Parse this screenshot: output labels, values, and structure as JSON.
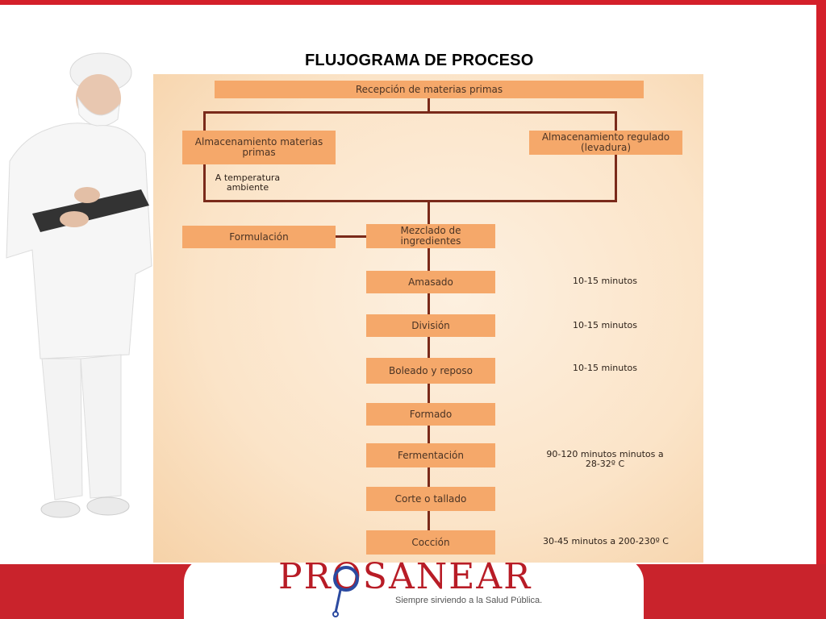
{
  "title": "FLUJOGRAMA DE PROCESO",
  "diagram": {
    "recepcion": "Recepción de materias primas",
    "almacenamiento_mp": "Almacenamiento materias primas",
    "temp_ambiente": "A temperatura ambiente",
    "almacenamiento_reg": "Almacenamiento regulado (levadura)",
    "formulacion": "Formulación",
    "mezclado": "Mezclado de ingredientes",
    "amasado": "Amasado",
    "amasado_time": "10-15 minutos",
    "division": "División",
    "division_time": "10-15 minutos",
    "boleado": "Boleado y reposo",
    "boleado_time": "10-15 minutos",
    "formado": "Formado",
    "fermentacion": "Fermentación",
    "fermentacion_time": "90-120 minutos minutos a 28-32º C",
    "corte": "Corte o tallado",
    "coccion": "Cocción",
    "coccion_time": "30-45 minutos a 200-230º C"
  },
  "footer": {
    "logo_text": "PROSANEAR",
    "tagline": "Siempre sirviendo a la Salud Pública."
  },
  "colors": {
    "accent": "#d4202a",
    "box": "#f5a86a",
    "panel": "#fbe4c8"
  }
}
